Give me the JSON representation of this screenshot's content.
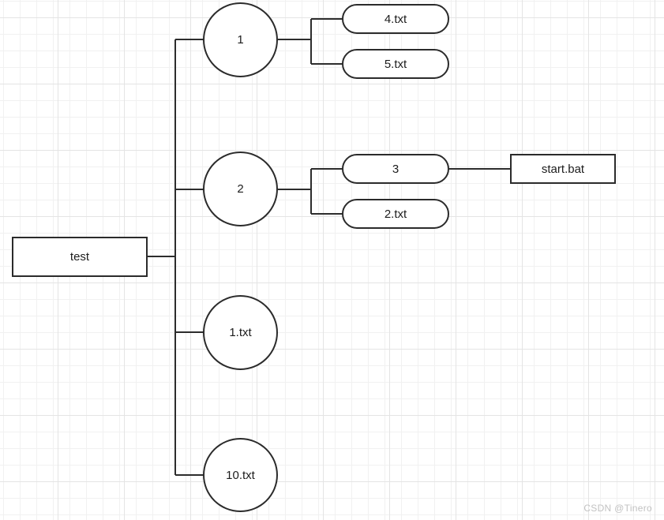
{
  "diagram": {
    "nodes": {
      "test": {
        "label": "test",
        "shape": "rectangle"
      },
      "n1": {
        "label": "1",
        "shape": "circle"
      },
      "n2": {
        "label": "2",
        "shape": "circle"
      },
      "n1txt": {
        "label": "1.txt",
        "shape": "circle"
      },
      "n10txt": {
        "label": "10.txt",
        "shape": "circle"
      },
      "n4txt": {
        "label": "4.txt",
        "shape": "rounded"
      },
      "n5txt": {
        "label": "5.txt",
        "shape": "rounded"
      },
      "n3": {
        "label": "3",
        "shape": "rounded"
      },
      "n2txt": {
        "label": "2.txt",
        "shape": "rounded"
      },
      "startbat": {
        "label": "start.bat",
        "shape": "rectangle"
      }
    },
    "edges": [
      {
        "from": "test",
        "to": "1"
      },
      {
        "from": "test",
        "to": "2"
      },
      {
        "from": "test",
        "to": "1.txt"
      },
      {
        "from": "test",
        "to": "10.txt"
      },
      {
        "from": "1",
        "to": "4.txt"
      },
      {
        "from": "1",
        "to": "5.txt"
      },
      {
        "from": "2",
        "to": "3"
      },
      {
        "from": "2",
        "to": "2.txt"
      },
      {
        "from": "3",
        "to": "start.bat"
      }
    ],
    "colors": {
      "stroke": "#2d2d2d",
      "text": "#1c1c1c",
      "background": "#ffffff",
      "grid_minor": "#f1f1f1",
      "grid_major": "#e4e4e4"
    }
  },
  "watermark": {
    "text": "CSDN @Tinero",
    "color": "#c2c2c2"
  }
}
